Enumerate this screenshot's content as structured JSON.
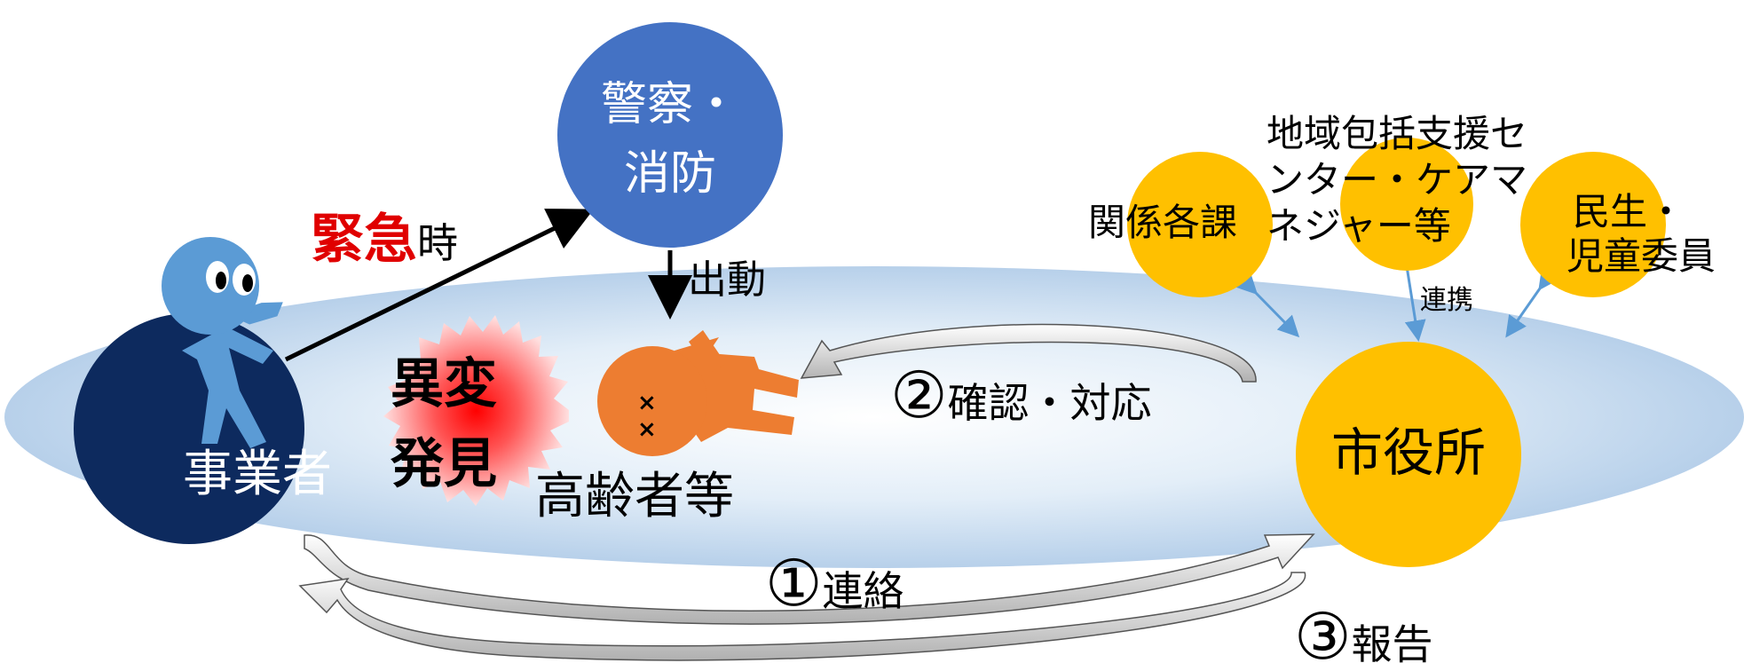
{
  "business": "事業者",
  "anomaly": {
    "line1": "異変",
    "line2": "発見"
  },
  "emergency": {
    "highlight": "緊急",
    "rest": "時"
  },
  "police": {
    "line1": "警察・",
    "line2": "消防"
  },
  "dispatch": "出動",
  "elderly": "高齢者等",
  "step2": {
    "number": "②",
    "label": "確認・対応"
  },
  "step1": {
    "number": "①",
    "label": "連絡"
  },
  "step3": {
    "number": "③",
    "label": "報告"
  },
  "city_hall": "市役所",
  "related_sections": "関係各課",
  "community_center": {
    "line1": "地域包括支援セ",
    "line2": "ンター・ケアマ",
    "line3": "ネジャー等"
  },
  "welfare": {
    "line1": "民生・",
    "line2": "児童委員"
  },
  "cooperation": "連携",
  "colors": {
    "navy": "#0d2a5e",
    "police_blue": "#4472c4",
    "person_blue": "#5b9bd5",
    "orange": "#ed7d31",
    "gold": "#ffc000",
    "red": "#e00000",
    "link_blue": "#5b9bd5"
  }
}
